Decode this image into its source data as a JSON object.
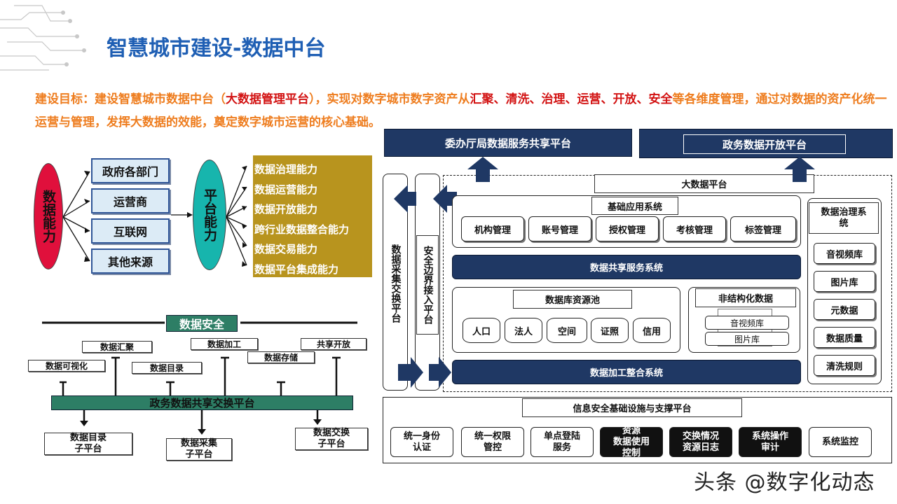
{
  "header": {
    "title": "智慧城市建设-数据中台"
  },
  "goal": {
    "p1": "建设目标：建设智慧城市数据中台（",
    "p2": "大数据管理平台",
    "p3": "），实现对数字城市数字资产从",
    "p4": "汇聚、清洗、治理、运营、开放、安全",
    "p5": "等各维度管理，通过对数据的资产化统一运营与管理，发挥大数据的效能，奠定数字城市运营的核心基础。"
  },
  "capability": {
    "left_ellipse": "数据能力",
    "sources": [
      "政府各部门",
      "运营商",
      "互联网",
      "其他来源"
    ],
    "mid_ellipse": "平台能力",
    "abilities": [
      "数据治理能力",
      "数据运营能力",
      "数据开放能力",
      "跨行业数据整合能力",
      "数据交易能力",
      "数据平台集成能力"
    ]
  },
  "security": {
    "badge": "数据安全",
    "top_items": [
      "数据汇聚",
      "数据加工",
      "共享开放",
      "数据可视化",
      "数据目录",
      "数据存储"
    ],
    "bus": "政务数据共享交换平台",
    "subs": [
      {
        "l1": "数据目录",
        "l2": "子平台"
      },
      {
        "l1": "数据采集",
        "l2": "子平台"
      },
      {
        "l1": "数据交换",
        "l2": "子平台"
      }
    ]
  },
  "arch": {
    "top_left": "委办厅局数据服务共享平台",
    "top_right": "政务数据开放平台",
    "collect": "数据采集交换平台",
    "border": "安全边界接入平台",
    "big_data": "大数据平台",
    "basic_app": "基础应用系统",
    "basic_items": [
      "机构管理",
      "账号管理",
      "授权管理",
      "考核管理",
      "标签管理"
    ],
    "share_service": "数据共享服务系统",
    "db_pool": "数据库资源池",
    "db_items": [
      "人口",
      "法人",
      "空间",
      "证照",
      "信用"
    ],
    "unstructured": "非结构化数据",
    "unstructured_items": [
      "音视频库",
      "图片库"
    ],
    "governance": "数据治理系统",
    "governance_items": [
      "音视频库",
      "图片库",
      "元数据",
      "数据质量",
      "清洗规则"
    ],
    "processing": "数据加工整合系统",
    "infosec": "信息安全基础设施与支撑平台",
    "sec_items": [
      {
        "l1": "统一身份",
        "l2": "认证",
        "l3": ""
      },
      {
        "l1": "统一权限",
        "l2": "管控",
        "l3": ""
      },
      {
        "l1": "单点登陆",
        "l2": "服务",
        "l3": ""
      },
      {
        "l1": "资源",
        "l2": "数据使用",
        "l3": "控制"
      },
      {
        "l1": "交换情况",
        "l2": "资源日志",
        "l3": ""
      },
      {
        "l1": "系统操作",
        "l2": "审计",
        "l3": ""
      },
      {
        "l1": "系统监控",
        "l2": "",
        "l3": ""
      }
    ]
  },
  "watermark": "头条 @数字化动态",
  "colors": {
    "title": "#1f5fb4",
    "goal_orange": "#ee7d1f",
    "goal_red": "#d21212",
    "navy": "#1f3864",
    "teal": "#2d7e65",
    "gold": "#b8941e",
    "crimson": "#e0103c",
    "cyan": "#17b5ad"
  }
}
